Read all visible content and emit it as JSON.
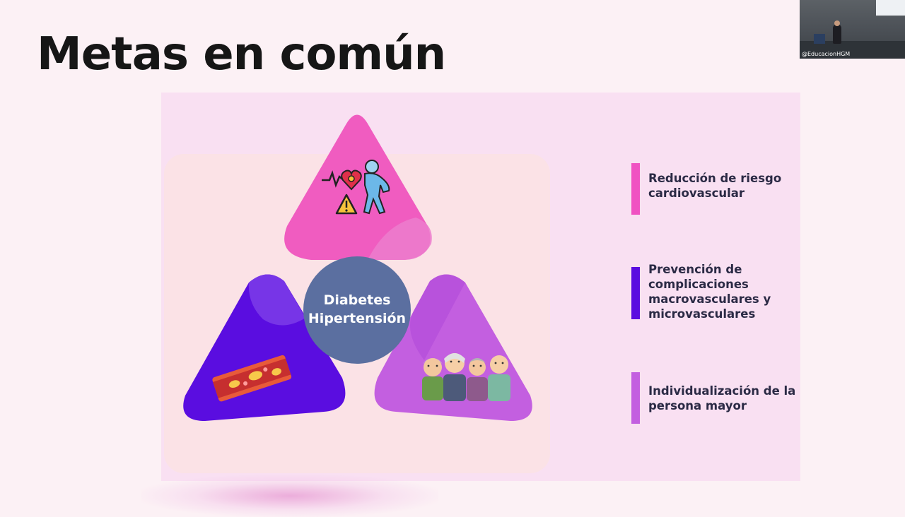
{
  "slide": {
    "title": "Metas en común",
    "center_label_line1": "Diabetes",
    "center_label_line2": "Hipertensión"
  },
  "diagram": {
    "segments": [
      {
        "name": "cardiovascular-risk",
        "color": "#f05cc0",
        "icon": "heart-attack-icon"
      },
      {
        "name": "vascular-complications",
        "color": "#5a0de0",
        "icon": "blood-vessel-icon"
      },
      {
        "name": "elderly-person",
        "color": "#c35fe0",
        "icon": "elderly-group-icon"
      }
    ],
    "center_color": "#5b6fa0"
  },
  "legend": [
    {
      "text": "Reducción de riesgo cardiovascular",
      "color": "#f052c2"
    },
    {
      "text": "Prevención de complicaciones macrovasculares y microvasculares",
      "color": "#5a0de0"
    },
    {
      "text": "Individualización de la persona mayor",
      "color": "#c35fe0"
    }
  ],
  "webcam": {
    "label": "@EducacionHGM"
  }
}
